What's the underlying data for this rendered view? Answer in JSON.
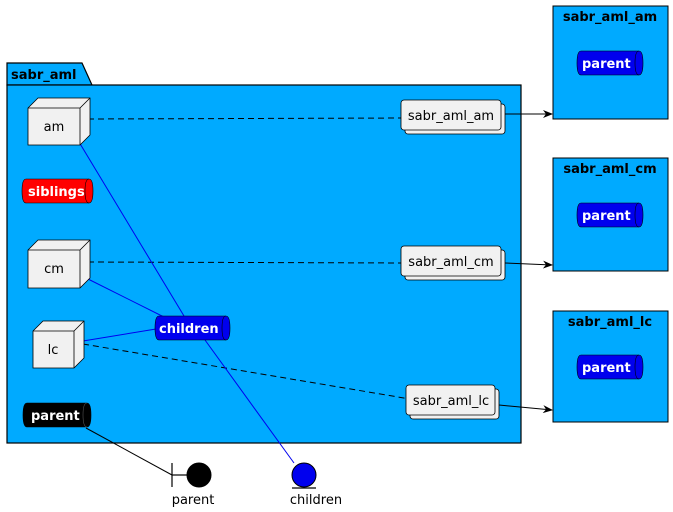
{
  "colors": {
    "package_fill": "#00AAFF",
    "node_fill": "#F1F1F1",
    "siblings": "#FF0000",
    "children": "#0000EE",
    "parent": "#000000",
    "link_blue": "#0000EE",
    "line_black": "#000000"
  },
  "package": {
    "title": "sabr_aml"
  },
  "nodes": {
    "am": "am",
    "cm": "cm",
    "lc": "lc"
  },
  "components": {
    "am": "sabr_aml_am",
    "cm": "sabr_aml_cm",
    "lc": "sabr_aml_lc"
  },
  "queues": {
    "siblings": "siblings",
    "children": "children",
    "parent": "parent"
  },
  "boxes": {
    "am": {
      "title": "sabr_aml_am",
      "queue": "parent"
    },
    "cm": {
      "title": "sabr_aml_cm",
      "queue": "parent"
    },
    "lc": {
      "title": "sabr_aml_lc",
      "queue": "parent"
    }
  },
  "legend": {
    "parent": "parent",
    "children": "children"
  }
}
